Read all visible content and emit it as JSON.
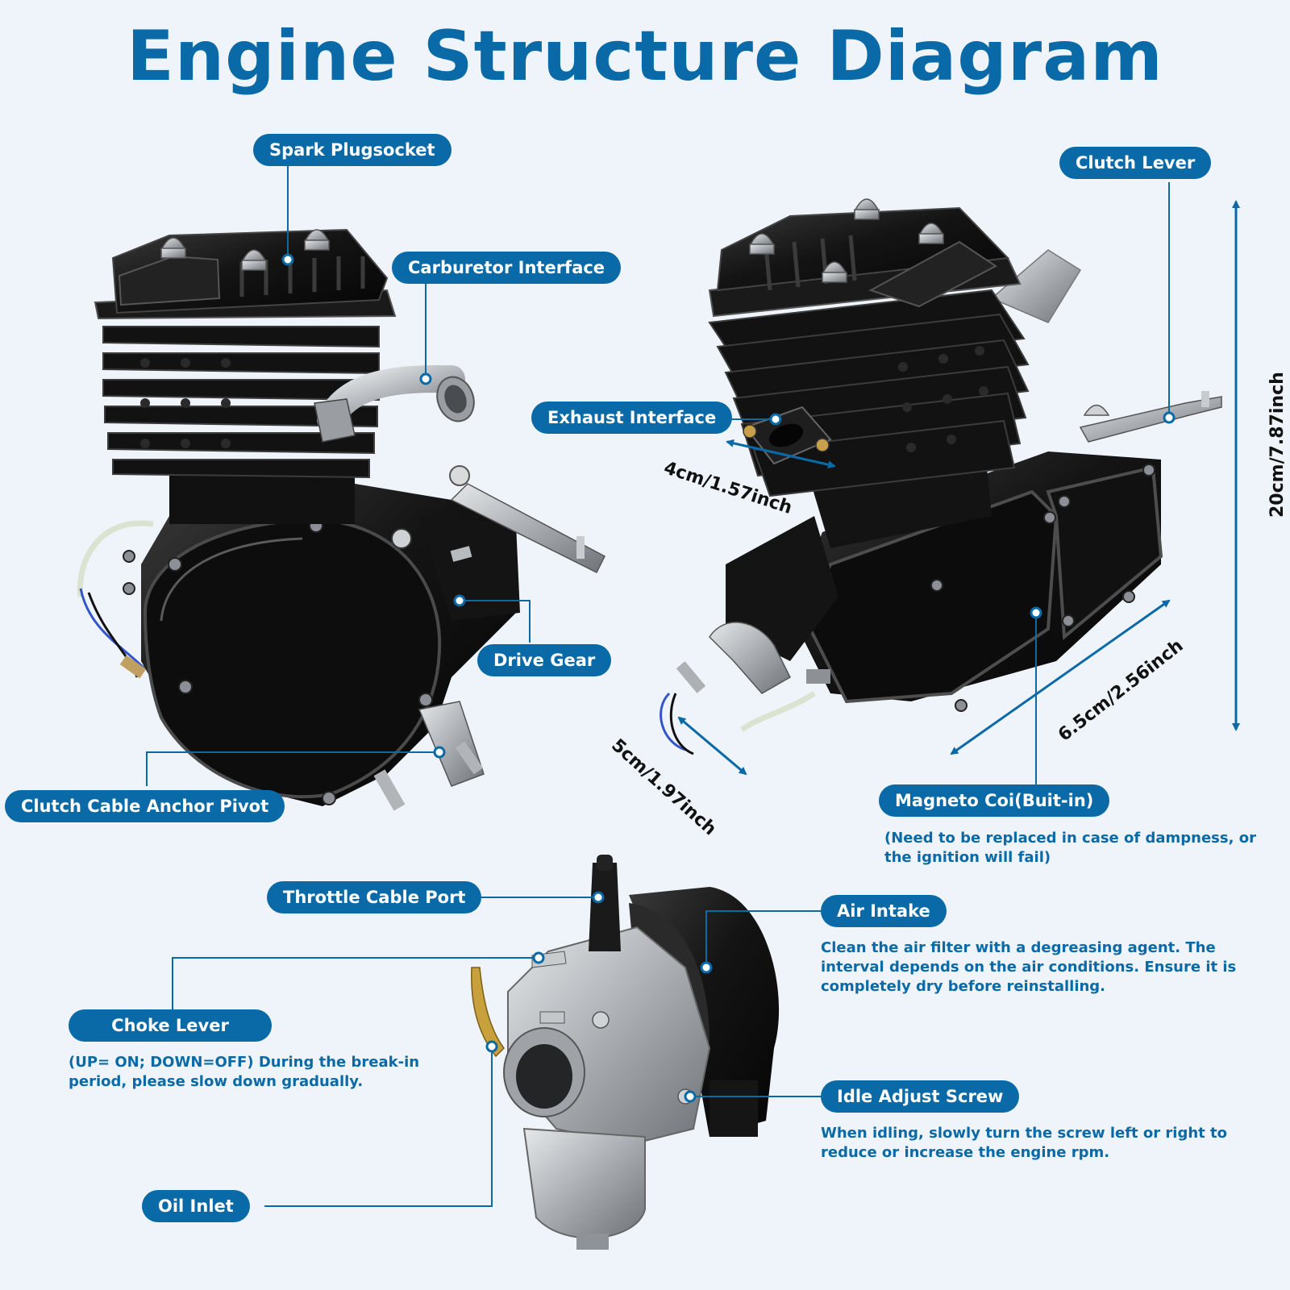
{
  "title": "Engine Structure Diagram",
  "labels": {
    "spark_plug_socket": "Spark Plugsocket",
    "carburetor_interface": "Carburetor Interface",
    "drive_gear": "Drive Gear",
    "clutch_cable_anchor_pivot": "Clutch Cable Anchor Pivot",
    "clutch_lever": "Clutch Lever",
    "exhaust_interface": "Exhaust Interface",
    "magneto_coil": "Magneto Coi(Buit-in)",
    "throttle_cable_port": "Throttle Cable Port",
    "choke_lever": "Choke Lever",
    "oil_inlet": "Oil Inlet",
    "air_intake": "Air Intake",
    "idle_adjust_screw": "Idle Adjust Screw"
  },
  "notes": {
    "magneto_coil": "(Need to be replaced in case of dampness, or the ignition will fail)",
    "choke_lever": "(UP= ON; DOWN=OFF) During the break-in period, please slow down gradually.",
    "air_intake": "Clean the air filter with a degreasing agent. The interval depends on the air conditions. Ensure it is completely dry before reinstalling.",
    "idle_adjust_screw": "When idling, slowly turn the screw left or right to reduce or increase the engine rpm."
  },
  "dimensions": {
    "height": "20cm/7.87inch",
    "exhaust_width": "4cm/1.57inch",
    "case_length": "6.5cm/2.56inch",
    "mount_width": "5cm/1.97inch"
  },
  "colors": {
    "accent": "#0a6aa8",
    "background": "#eef4f9",
    "engine_black": "#151515",
    "metal": "#b9bcbf"
  }
}
